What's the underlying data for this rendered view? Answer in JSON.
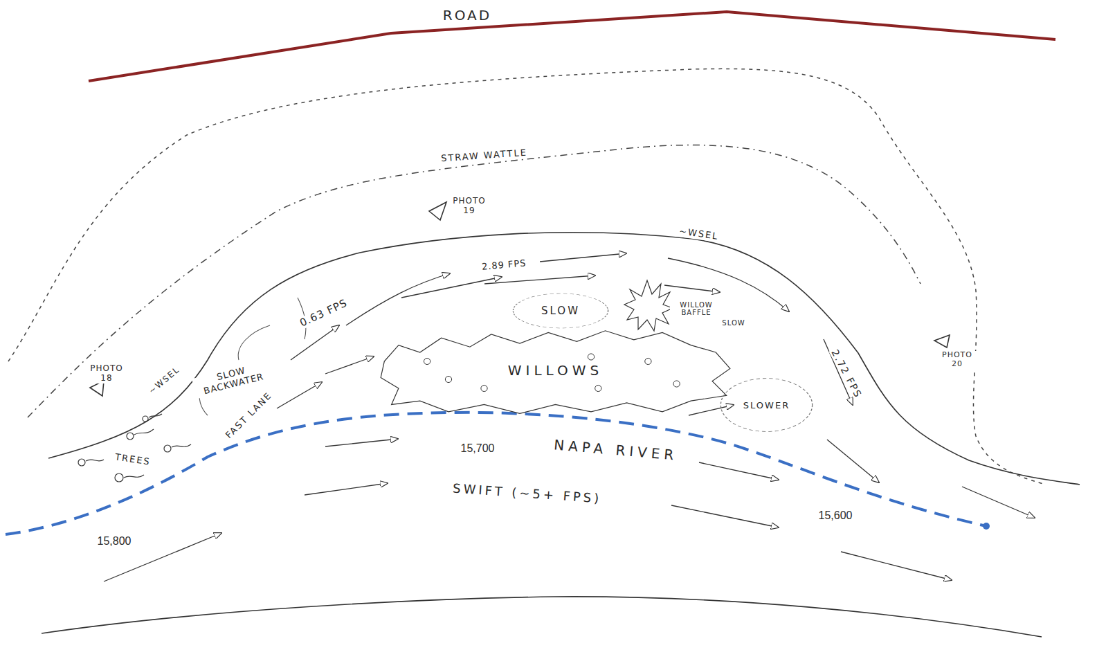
{
  "diagram": {
    "nodes": [
      {
        "text": [
          "SLOW"
        ]
      },
      {
        "text": [
          "WILLOWS"
        ]
      },
      {
        "text": [
          "SLOWER"
        ]
      }
    ],
    "labels": [
      "ROAD",
      "STRAW WATTLE",
      "PHOTO 19",
      "~WSEL",
      "2.89 FPS",
      "0.63 FPS",
      "SLOW BACKWATER",
      "FAST LANE",
      "~WSEL",
      "PHOTO 18",
      "TREES",
      "WILLOW BAFFLE",
      "SLOW",
      "2.72 FPS",
      "PHOTO 20",
      "15,700",
      "NAPA RIVER",
      "SWIFT (~5+ FPS)",
      "15,600",
      "15,800"
    ]
  }
}
